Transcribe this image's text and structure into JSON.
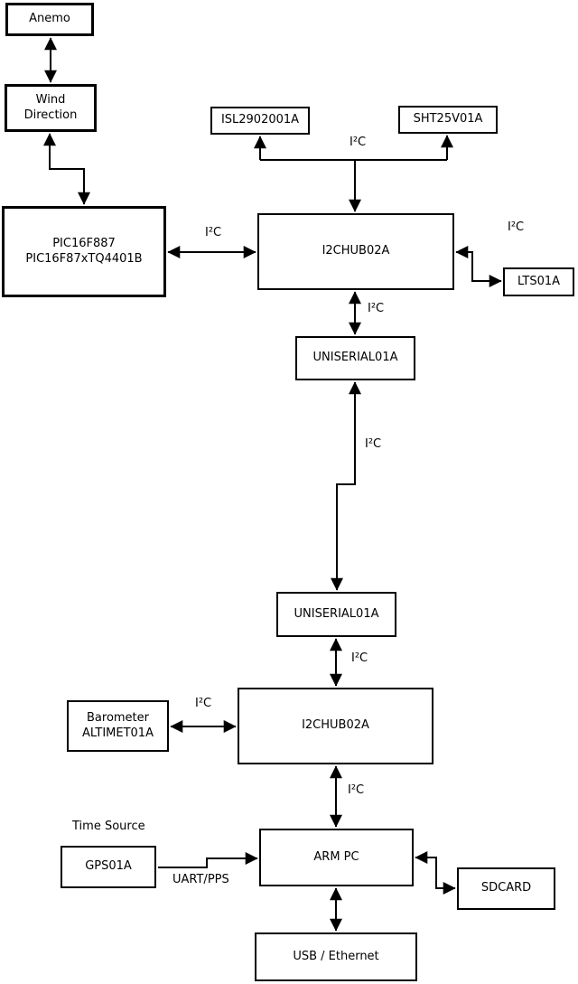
{
  "diagram": {
    "boxes": {
      "anemo": "Anemo",
      "wind_direction": "Wind\nDirection",
      "pic": "PIC16F887\nPIC16F87xTQ4401B",
      "isl": "ISL2902001A",
      "sht": "SHT25V01A",
      "i2chub_top": "I2CHUB02A",
      "lts": "LTS01A",
      "uniserial_top": "UNISERIAL01A",
      "uniserial_bottom": "UNISERIAL01A",
      "i2chub_bottom": "I2CHUB02A",
      "barometer": "Barometer\nALTIMET01A",
      "arm_pc": "ARM PC",
      "gps": "GPS01A",
      "sdcard": "SDCARD",
      "usb_ethernet": "USB / Ethernet"
    },
    "labels": {
      "i2c_isl_sht": "I²C",
      "i2c_pic_hub": "I²C",
      "i2c_lts": "I²C",
      "i2c_hub_uniserial": "I²C",
      "i2c_uniserial_link": "I²C",
      "i2c_uniserial_hub2": "I²C",
      "i2c_barometer": "I²C",
      "i2c_hub2_armpc": "I²C",
      "time_source": "Time Source",
      "uart_pps": "UART/PPS"
    },
    "colors": {
      "line": "#000000",
      "box_fill": "#ffffff",
      "background": "#ffffff"
    }
  }
}
